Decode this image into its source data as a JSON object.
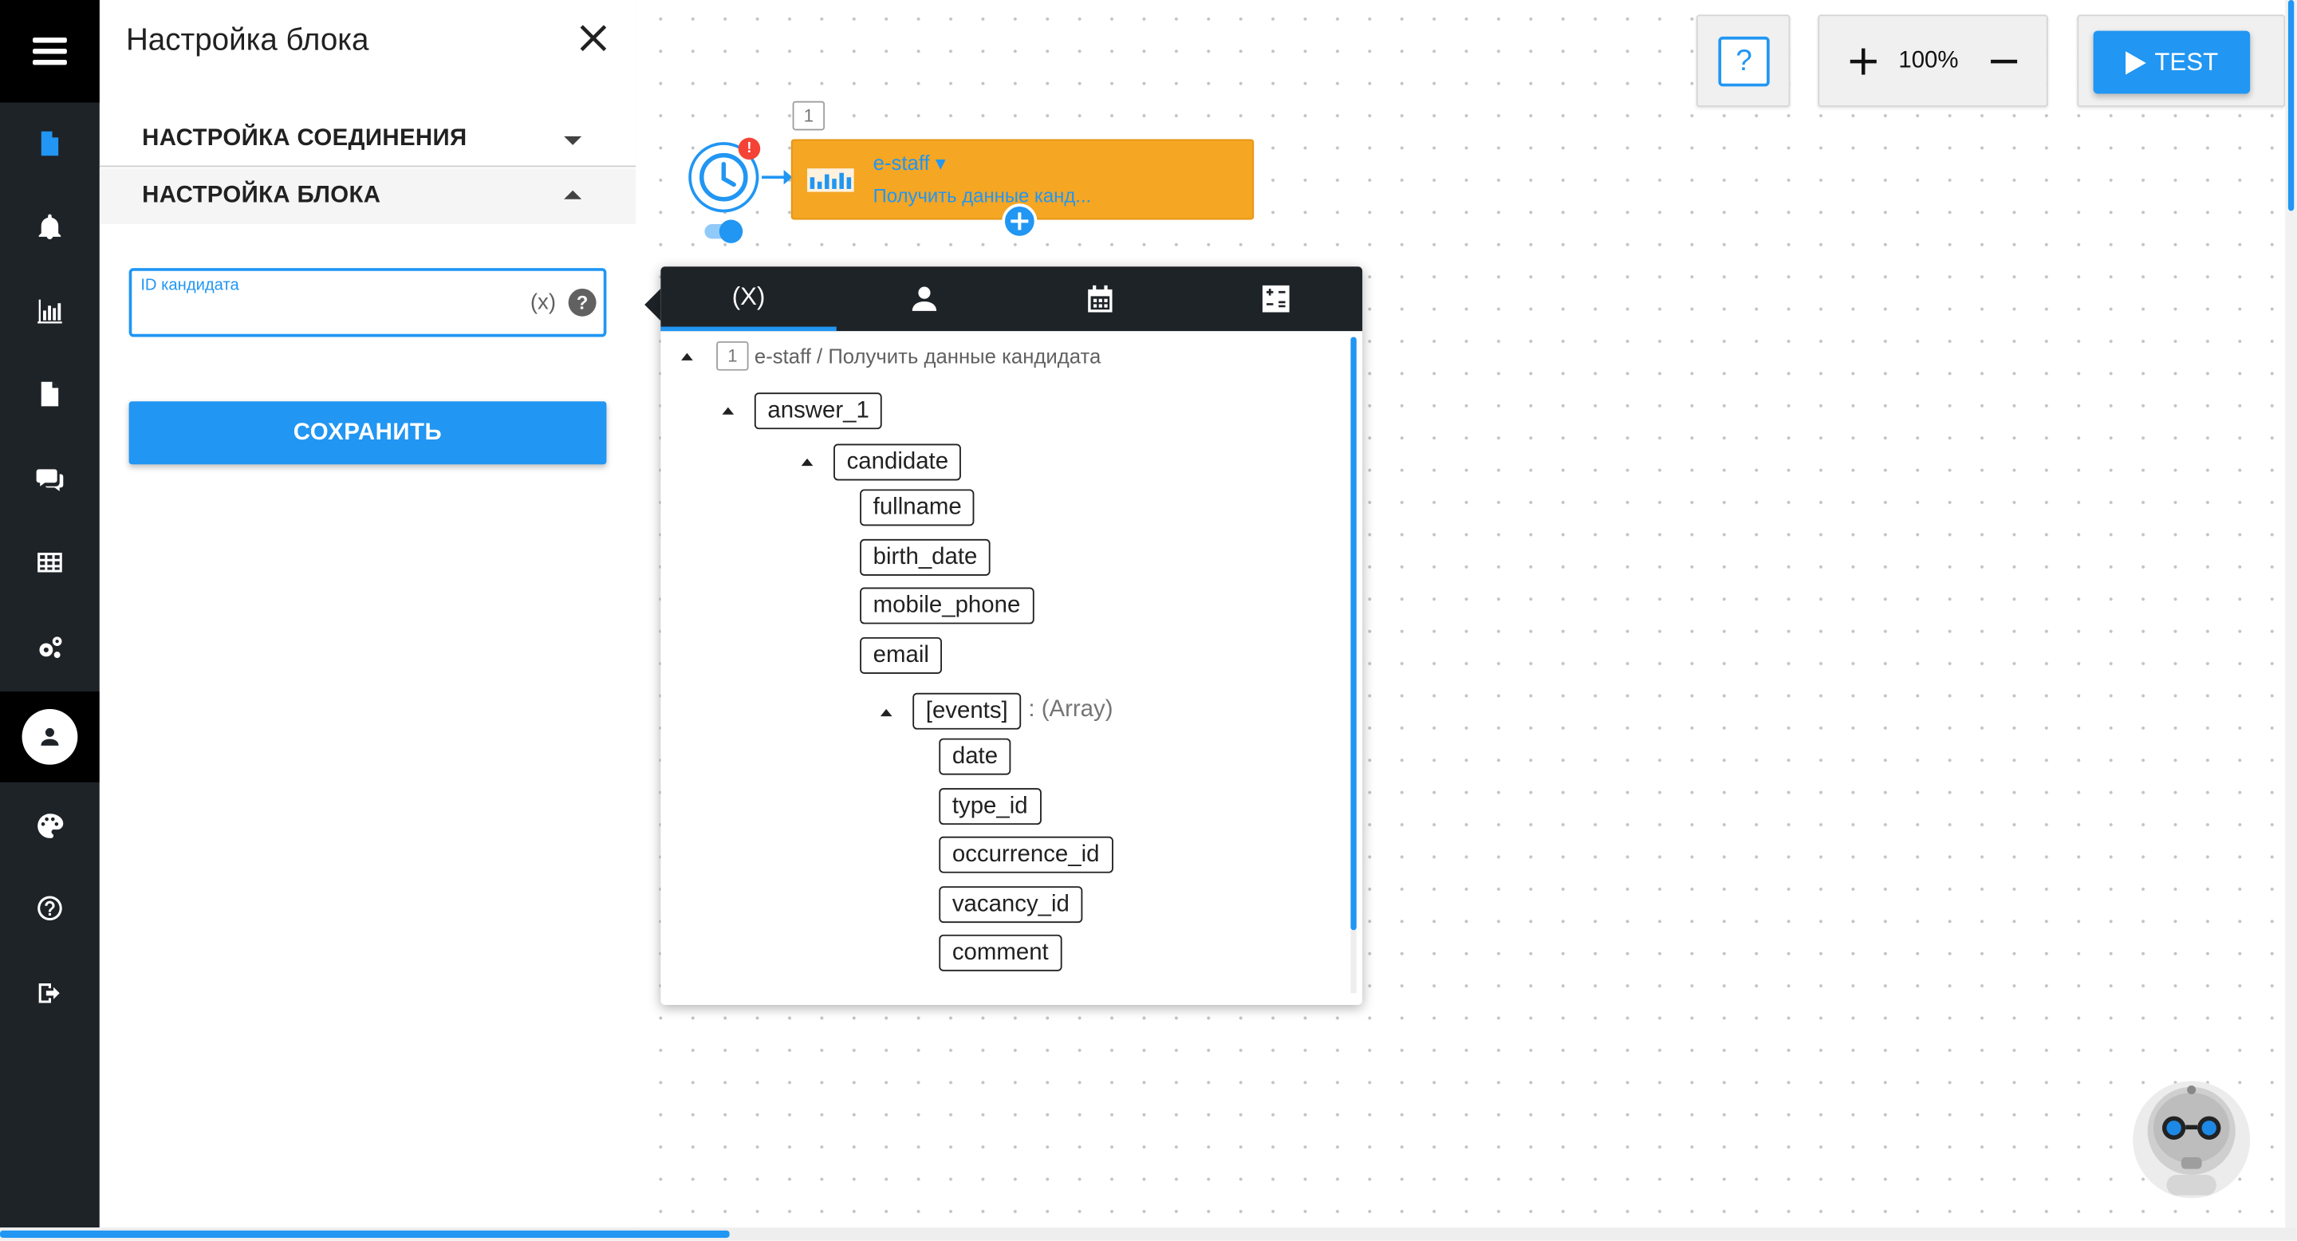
{
  "rail": {
    "items": [
      {
        "name": "menu-icon"
      },
      {
        "name": "document-icon"
      },
      {
        "name": "bell-icon"
      },
      {
        "name": "chart-icon"
      },
      {
        "name": "file-icon"
      },
      {
        "name": "chat-icon"
      },
      {
        "name": "table-icon"
      },
      {
        "name": "gears-icon"
      },
      {
        "name": "user-icon"
      },
      {
        "name": "palette-icon"
      },
      {
        "name": "help-circle-icon"
      },
      {
        "name": "logout-icon"
      }
    ]
  },
  "panel": {
    "title": "Настройка блока",
    "accordion": [
      {
        "label": "НАСТРОЙКА СОЕДИНЕНИЯ",
        "expanded": false
      },
      {
        "label": "НАСТРОЙКА БЛОКА",
        "expanded": true
      }
    ],
    "field": {
      "label": "ID кандидата",
      "value": "",
      "var_button": "(x)",
      "help": "?"
    },
    "save_label": "СОХРАНИТЬ"
  },
  "toolbar": {
    "help": "?",
    "zoom": "100%",
    "test_label": "TEST"
  },
  "flow": {
    "trigger_badge": "1",
    "alert": "!",
    "node": {
      "title": "e-staff",
      "subtitle": "Получить данные канд..."
    }
  },
  "variables_popup": {
    "tabs": [
      {
        "label": "(X)",
        "icon": "variables-icon",
        "active": true
      },
      {
        "label": "",
        "icon": "person-icon",
        "active": false
      },
      {
        "label": "",
        "icon": "calendar-icon",
        "active": false
      },
      {
        "label": "",
        "icon": "calculator-icon",
        "active": false
      }
    ],
    "root_badge": "1",
    "root_path": "e-staff / Получить данные кандидата",
    "tree": {
      "answer": "answer_1",
      "candidate": "candidate",
      "candidate_fields": [
        "fullname",
        "birth_date",
        "mobile_phone",
        "email"
      ],
      "events": "[events]",
      "events_type": ": (Array)",
      "event_fields": [
        "date",
        "type_id",
        "occurrence_id",
        "vacancy_id",
        "comment"
      ]
    }
  },
  "colors": {
    "accent": "#2196f3",
    "rail_bg": "#1e2328",
    "node_orange": "#f5a623",
    "alert_red": "#f44336"
  }
}
